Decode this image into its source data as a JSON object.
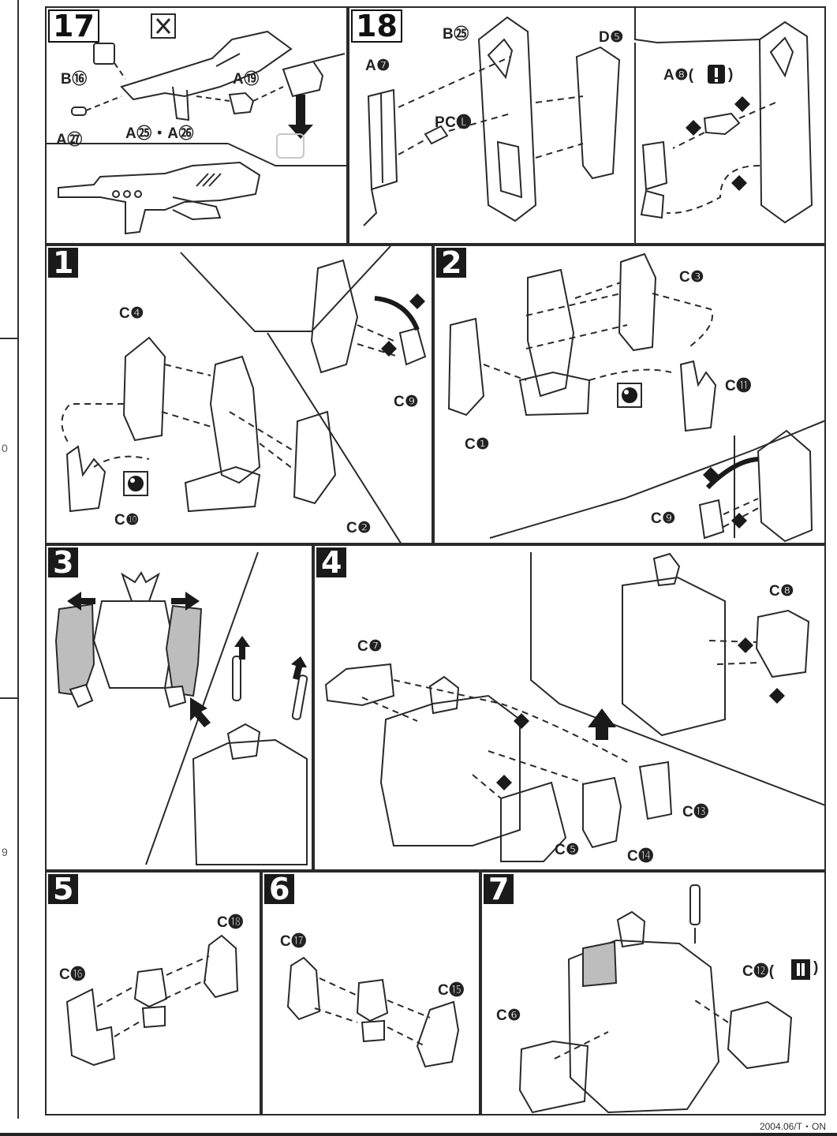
{
  "edge_marks": [
    "0",
    "9"
  ],
  "footer": {
    "date_code": "2004.06/T・ON"
  },
  "steps": [
    {
      "number": "17",
      "labels": {
        "b16": "B⑯",
        "a27": "A㉗",
        "a25_26": "A㉕・A㉖",
        "a19": "A⑲"
      }
    },
    {
      "number": "18",
      "labels": {
        "a7": "A❼",
        "b25": "B㉕",
        "d5": "D❺",
        "pcl": "PC🅛",
        "a8": "A❽(",
        "a8_close": ")"
      }
    },
    {
      "number": "1",
      "labels": {
        "c4": "C❹",
        "c9": "C❾",
        "c10": "C❿",
        "c2": "C❷"
      }
    },
    {
      "number": "2",
      "labels": {
        "c3": "C❸",
        "c1": "C❶",
        "c11": "C⓫",
        "c9": "C❾"
      }
    },
    {
      "number": "3",
      "labels": {}
    },
    {
      "number": "4",
      "labels": {
        "c7": "C❼",
        "c8": "C❽",
        "c5": "C❺",
        "c14": "C⓮",
        "c13": "C⓭"
      }
    },
    {
      "number": "5",
      "labels": {
        "c16": "C⓰",
        "c18": "C⓲"
      }
    },
    {
      "number": "6",
      "labels": {
        "c17": "C⓱",
        "c15": "C⓯"
      }
    },
    {
      "number": "7",
      "labels": {
        "c6": "C❻",
        "c12": "C⓬(",
        "c12_close": ")"
      }
    }
  ],
  "icons": [
    "nipper-icon",
    "warning-icon",
    "seal-icon",
    "polycap-ring-icon"
  ],
  "colors": {
    "line": "#2a2a2a",
    "shade": "#bdbdbd",
    "background": "#ffffff"
  }
}
